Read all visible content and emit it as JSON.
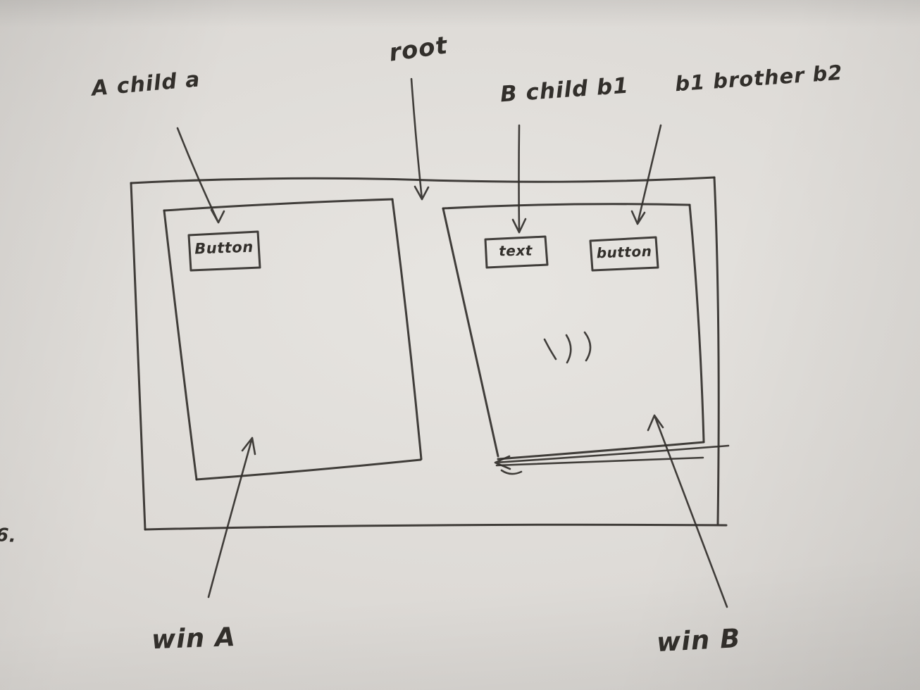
{
  "meta": {
    "ink_color": "#322f2b",
    "paper_color": "#ddd9d5",
    "description_tags": [
      "hand-drawn-sketch",
      "ui-window-tree-diagram"
    ]
  },
  "annotations": {
    "a_child_a": "A child a",
    "root": "root",
    "b_child_b1": "B child b1",
    "b1_brother_b2": "b1 brother b2",
    "win_a": "win A",
    "win_b": "win B",
    "stray_mark": "6."
  },
  "win_a": {
    "button_label": "Button"
  },
  "win_b": {
    "text_label": "text",
    "button_label": "button",
    "scribble": "\\ ) )"
  }
}
